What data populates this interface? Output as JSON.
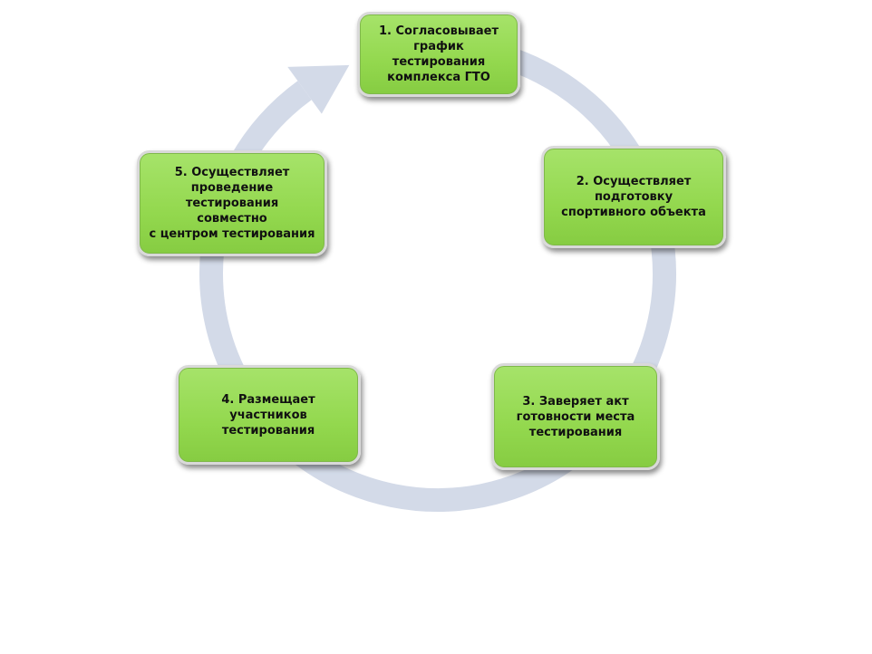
{
  "colors": {
    "ring": "#d3dae8",
    "box": "#93d84e"
  },
  "steps": [
    {
      "text": "1. Согласовывает\nграфик\nтестирования\nкомплекса  ГТО"
    },
    {
      "text": "2. Осуществляет\nподготовку\nспортивного  объекта"
    },
    {
      "text": "3. Заверяет акт\nготовности места\nтестирования"
    },
    {
      "text": "4. Размещает\nучастников\nтестирования"
    },
    {
      "text": "5. Осуществляет\nпроведение\nтестирования  совместно\nс центром тестирования"
    }
  ]
}
